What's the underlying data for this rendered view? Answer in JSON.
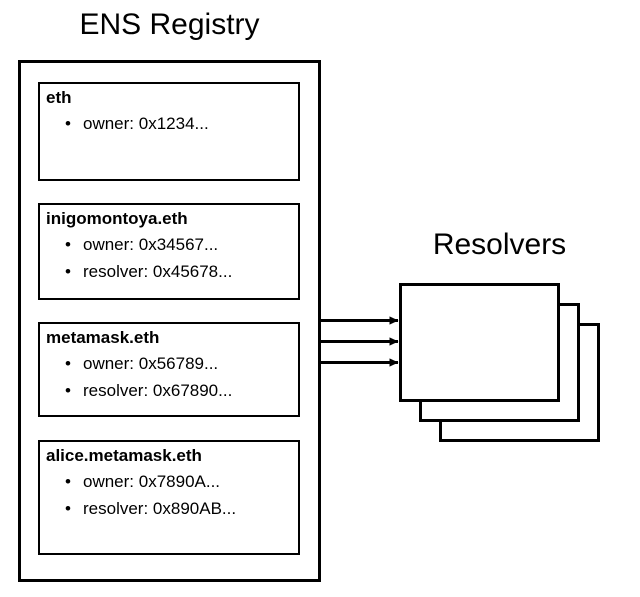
{
  "diagram": {
    "registry": {
      "title": "ENS Registry",
      "nodes": [
        {
          "name": "eth",
          "attributes": [
            {
              "bullet": "•",
              "text": "owner: 0x1234..."
            }
          ]
        },
        {
          "name": "inigomontoya.eth",
          "attributes": [
            {
              "bullet": "•",
              "text": "owner: 0x34567..."
            },
            {
              "bullet": "•",
              "text": "resolver: 0x45678..."
            }
          ]
        },
        {
          "name": "metamask.eth",
          "attributes": [
            {
              "bullet": "•",
              "text": "owner: 0x56789..."
            },
            {
              "bullet": "•",
              "text": "resolver: 0x67890..."
            }
          ]
        },
        {
          "name": "alice.metamask.eth",
          "attributes": [
            {
              "bullet": "•",
              "text": "owner: 0x7890A..."
            },
            {
              "bullet": "•",
              "text": "resolver: 0x890AB..."
            }
          ]
        }
      ]
    },
    "resolvers": {
      "title": "Resolvers",
      "card_count": 3
    },
    "connectors": {
      "count": 3,
      "style": "arrow",
      "direction": "registry-to-resolvers"
    },
    "colors": {
      "stroke": "#000000",
      "fill": "#FFFFFF",
      "text": "#000000"
    }
  }
}
